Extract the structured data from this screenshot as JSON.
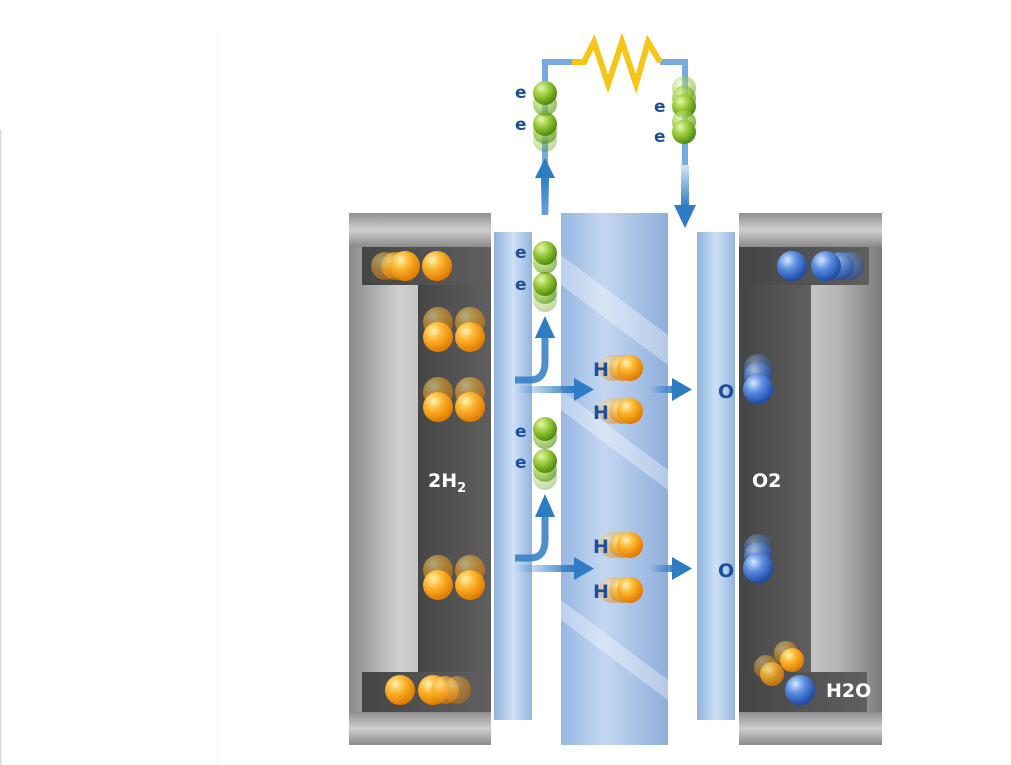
{
  "labels": {
    "electron": "e",
    "hydrogen_ion": "H",
    "oxygen_atom": "O",
    "anode_gas_main": "2H",
    "anode_gas_sub": "2",
    "cathode_gas": "O2",
    "product": "H2O"
  },
  "colors": {
    "electron": "#8dc63f",
    "hydrogen": "#f7a81b",
    "oxygen": "#3f6fcf",
    "resistor": "#f5c518",
    "wire": "#4a8fd4",
    "arrow": "#2e7cc4",
    "electrode": "#a7c6ea",
    "membrane": "#a9c3e6",
    "housing": "#9a9a9a",
    "chamber": "#555555"
  },
  "icons": {
    "resistor": "resistor-icon",
    "electron": "electron-icon",
    "hydrogen_molecule": "hydrogen-molecule-icon",
    "oxygen_molecule": "oxygen-molecule-icon",
    "water_molecule": "water-molecule-icon"
  }
}
